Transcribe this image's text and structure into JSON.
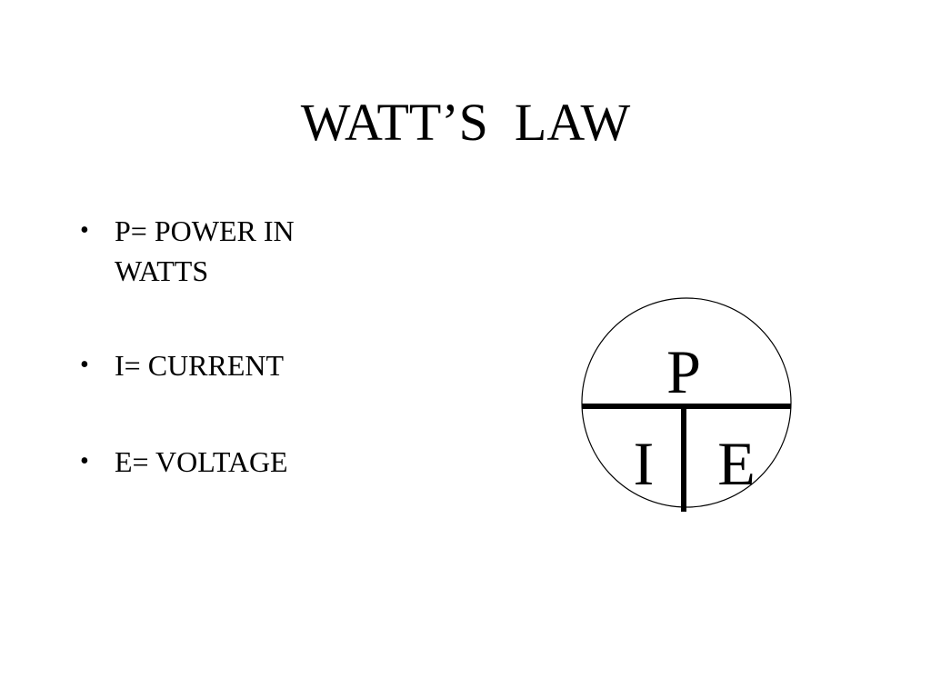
{
  "slide": {
    "title": "WATT’S  LAW",
    "bullets": [
      "P= POWER IN WATTS",
      "I= CURRENT",
      "E= VOLTAGE"
    ]
  },
  "diagram": {
    "top": "P",
    "bottom_left": "I",
    "bottom_right": "E"
  }
}
